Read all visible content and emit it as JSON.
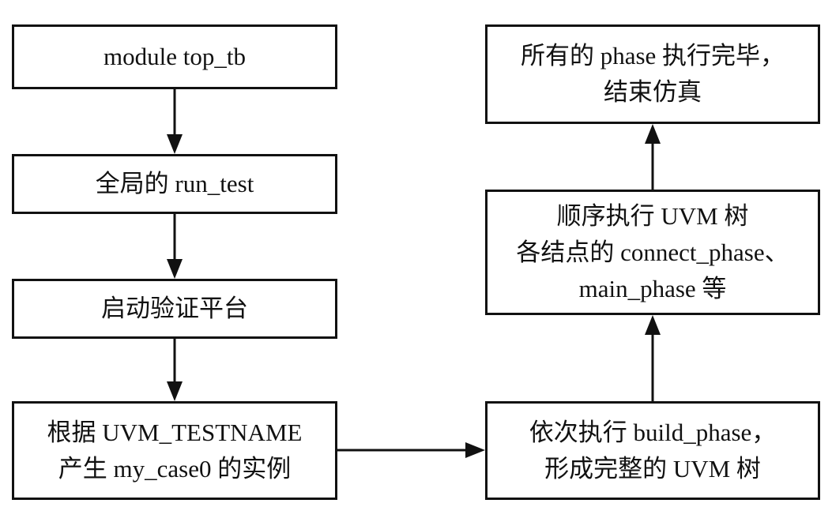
{
  "boxes": {
    "top_module": {
      "lines": [
        "module top_tb"
      ]
    },
    "run_test": {
      "lines": [
        "全局的 run_test"
      ]
    },
    "start_platform": {
      "lines": [
        "启动验证平台"
      ]
    },
    "create_case": {
      "lines": [
        "根据 UVM_TESTNAME",
        "产生 my_case0 的实例"
      ]
    },
    "build_phase": {
      "lines": [
        "依次执行 build_phase，",
        "形成完整的 UVM 树"
      ]
    },
    "run_phases": {
      "lines": [
        "顺序执行 UVM 树",
        "各结点的 connect_phase、",
        "main_phase 等"
      ]
    },
    "finish": {
      "lines": [
        "所有的 phase 执行完毕，",
        "结束仿真"
      ]
    }
  },
  "colors": {
    "line": "#111111",
    "background": "#ffffff"
  }
}
